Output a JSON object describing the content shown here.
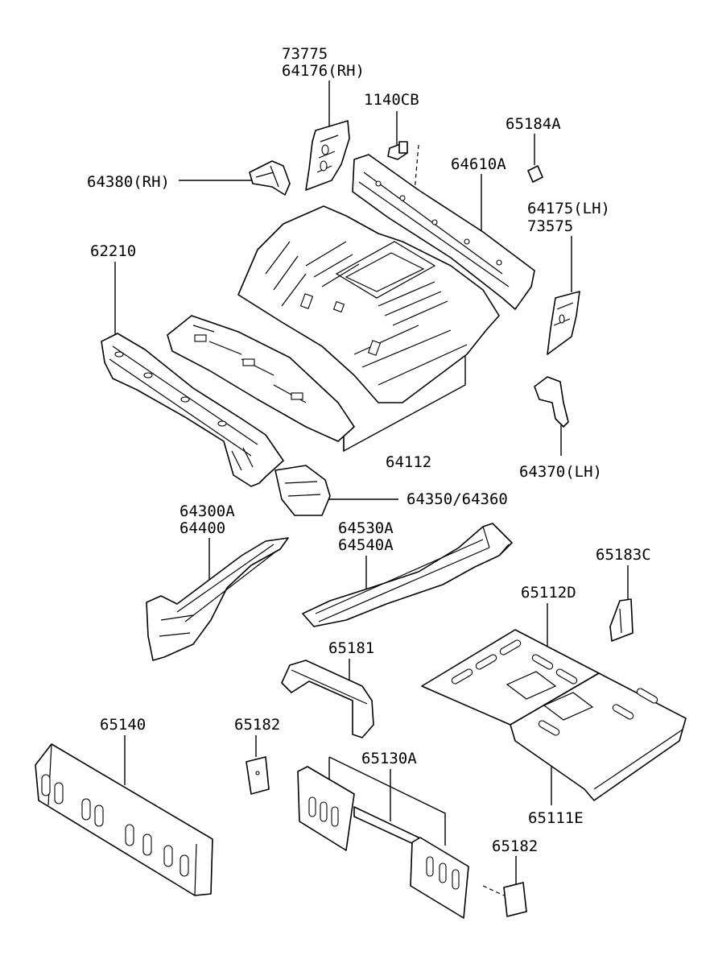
{
  "labels": {
    "l73775": "73775",
    "l64176": "64176(RH)",
    "l1140CB": "1140CB",
    "l65184A": "65184A",
    "l64380": "64380(RH)",
    "l64610A": "64610A",
    "l64175": "64175(LH)",
    "l73575": "73575",
    "l62210": "62210",
    "l64112": "64112",
    "l64370": "64370(LH)",
    "l64350": "64350/64360",
    "l64300A": "64300A",
    "l64400": "64400",
    "l64530A": "64530A",
    "l64540A": "64540A",
    "l65183C": "65183C",
    "l65112D": "65112D",
    "l65181": "65181",
    "l65140": "65140",
    "l65182a": "65182",
    "l65130A": "65130A",
    "l65182b": "65182",
    "l65111E": "65111E"
  }
}
